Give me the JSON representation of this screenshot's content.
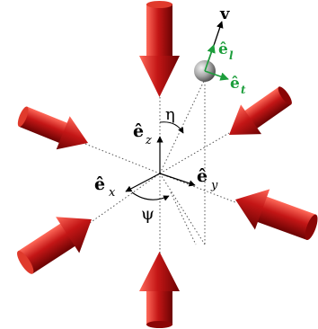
{
  "labels": {
    "velocity": "v",
    "e_l_base": "ê",
    "e_l_sub": "l",
    "e_t_base": "ê",
    "e_t_sub": "t",
    "e_z_base": "ê",
    "e_z_sub": "z",
    "e_x_base": "ê",
    "e_x_sub": "x",
    "e_y_base": "ê",
    "e_y_sub": "y",
    "eta": "η",
    "psi": "ψ"
  },
  "colors": {
    "beam_red": "#c41616",
    "beam_red_dark": "#7a0505",
    "beam_red_light": "#ff6a5a",
    "green_vector": "#1d9e3c",
    "axis": "#000000",
    "dotted": "#555555",
    "sphere_light": "#f2f2f2",
    "sphere_dark": "#4a4a4a"
  },
  "icons": {
    "beams": "red-laser-beam-arrow",
    "atom": "gray-sphere"
  }
}
